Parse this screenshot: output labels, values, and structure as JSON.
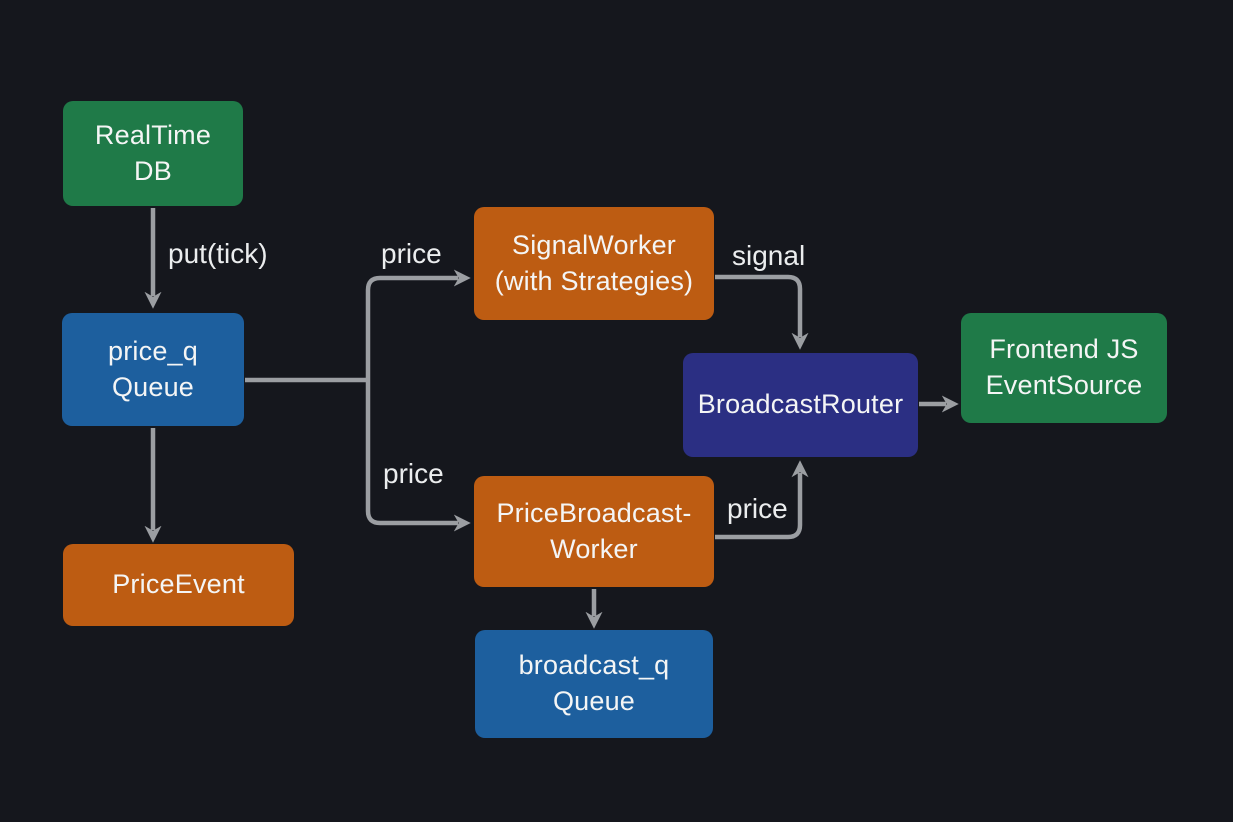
{
  "diagram": {
    "background_color": "#15171d",
    "arrow_color": "#9b9ea2",
    "text_color": "#f4f5f5",
    "nodes": [
      {
        "id": "realtime-db",
        "label": "RealTime\nDB",
        "color_name": "green"
      },
      {
        "id": "price-q",
        "label": "price_q\nQueue",
        "color_name": "blue"
      },
      {
        "id": "price-event",
        "label": "PriceEvent",
        "color_name": "orange"
      },
      {
        "id": "signal-worker",
        "label": "SignalWorker\n(with Strategies)",
        "color_name": "orange"
      },
      {
        "id": "price-broadcast-worker",
        "label": "PriceBroadcast-\nWorker",
        "color_name": "orange"
      },
      {
        "id": "broadcast-q",
        "label": "broadcast_q\nQueue",
        "color_name": "blue"
      },
      {
        "id": "broadcast-router",
        "label": "BroadcastRouter",
        "color_name": "navy"
      },
      {
        "id": "frontend-js-eventsource",
        "label": "Frontend JS\nEventSource",
        "color_name": "green"
      }
    ],
    "edges": [
      {
        "from": "realtime-db",
        "to": "price-q",
        "label": "put(tick)"
      },
      {
        "from": "price-q",
        "to": "price-event",
        "label": ""
      },
      {
        "from": "price-q",
        "to": "signal-worker",
        "label": "price"
      },
      {
        "from": "price-q",
        "to": "price-broadcast-worker",
        "label": "price"
      },
      {
        "from": "signal-worker",
        "to": "broadcast-router",
        "label": "signal"
      },
      {
        "from": "price-broadcast-worker",
        "to": "broadcast-router",
        "label": "price"
      },
      {
        "from": "price-broadcast-worker",
        "to": "broadcast-q",
        "label": ""
      },
      {
        "from": "broadcast-router",
        "to": "frontend-js-eventsource",
        "label": ""
      }
    ],
    "colors": {
      "green": "#1f7a48",
      "blue": "#1d5f9e",
      "orange": "#bd5c12",
      "navy": "#2b2f83"
    }
  }
}
